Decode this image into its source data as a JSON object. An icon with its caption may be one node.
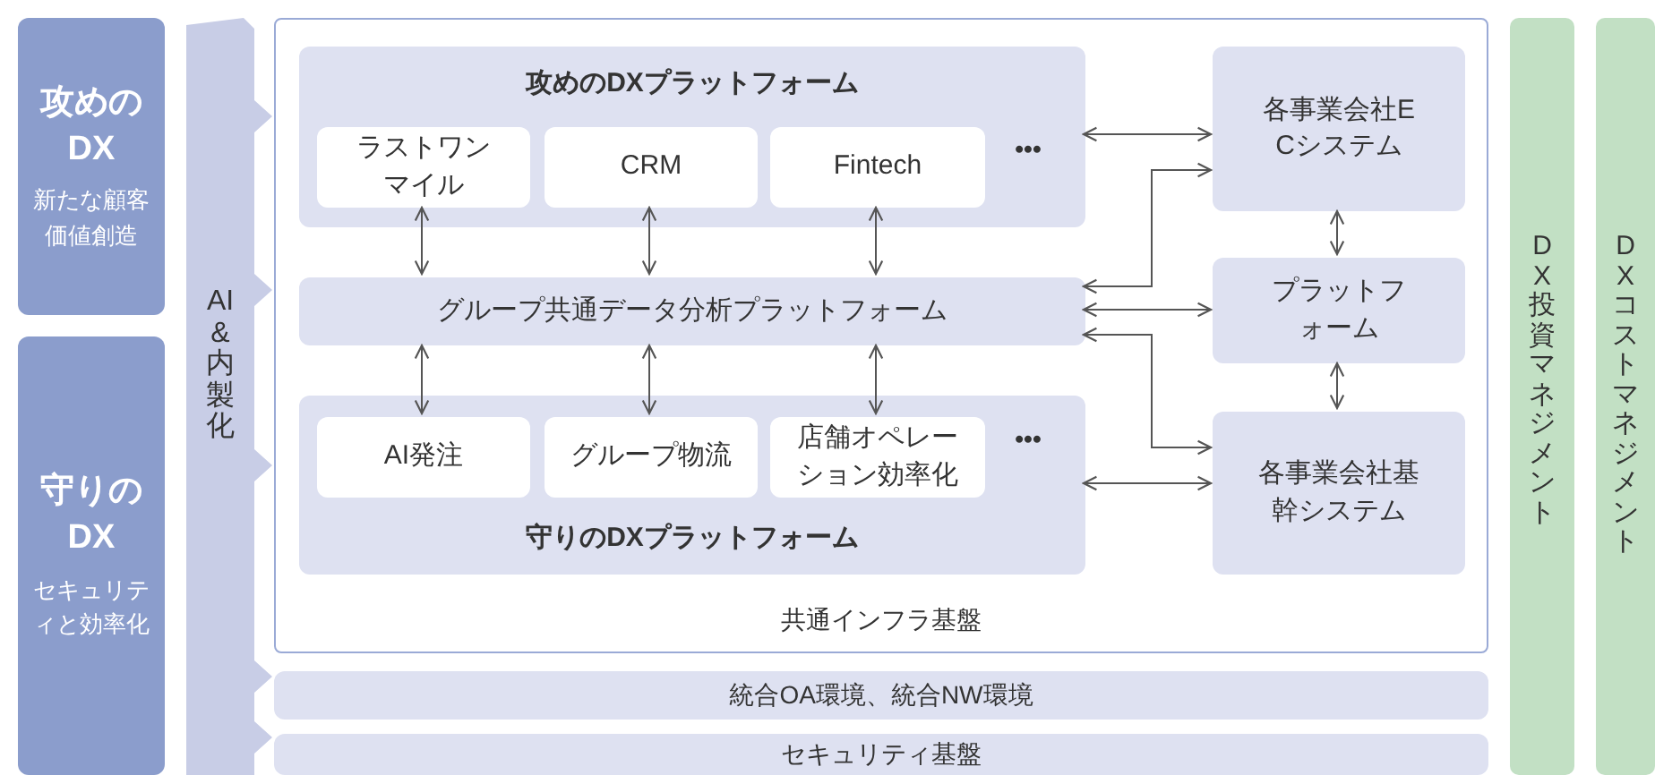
{
  "diagram": {
    "nodes": [
      {
        "text": [
          "攻めのDX",
          "新たな顧客価値創造"
        ]
      },
      {
        "text": [
          "守りのDX",
          "セキュリティと効率化"
        ]
      },
      {
        "text": [
          "AI&内製化"
        ]
      },
      {
        "text": [
          "共通インフラ基盤"
        ]
      },
      {
        "text": [
          "攻めのDXプラットフォーム"
        ],
        "in": 3
      },
      {
        "text": [
          "ラストワンマイル"
        ],
        "in": 4
      },
      {
        "text": [
          "CRM"
        ],
        "in": 4
      },
      {
        "text": [
          "Fintech"
        ],
        "in": 4
      },
      {
        "text": [
          "グループ共通データ分析プラットフォーム"
        ],
        "in": 3
      },
      {
        "text": [
          "守りのDXプラットフォーム"
        ],
        "in": 3
      },
      {
        "text": [
          "AI発注"
        ],
        "in": 9
      },
      {
        "text": [
          "グループ物流"
        ],
        "in": 9
      },
      {
        "text": [
          "店舗オペレーション効率化"
        ],
        "in": 9
      },
      {
        "text": [
          "各事業会社ECシステム"
        ],
        "in": 3
      },
      {
        "text": [
          "プラットフォーム"
        ],
        "in": 3
      },
      {
        "text": [
          "各事業会社基幹システム"
        ],
        "in": 3
      },
      {
        "text": [
          "統合OA環境、統合NW環境"
        ]
      },
      {
        "text": [
          "セキュリティ基盤"
        ]
      },
      {
        "text": [
          "DX投資マネジメント"
        ]
      },
      {
        "text": [
          "DXコストマネジメント"
        ]
      }
    ],
    "edges": [
      {
        "from": 5,
        "to": 8,
        "arrow": "both"
      },
      {
        "from": 6,
        "to": 8,
        "arrow": "both"
      },
      {
        "from": 7,
        "to": 8,
        "arrow": "both"
      },
      {
        "from": 8,
        "to": 10,
        "arrow": "both"
      },
      {
        "from": 8,
        "to": 11,
        "arrow": "both"
      },
      {
        "from": 8,
        "to": 12,
        "arrow": "both"
      },
      {
        "from": 4,
        "to": 13,
        "arrow": "both"
      },
      {
        "from": 8,
        "to": 13,
        "arrow": "both"
      },
      {
        "from": 8,
        "to": 14,
        "arrow": "both"
      },
      {
        "from": 8,
        "to": 15,
        "arrow": "both"
      },
      {
        "from": 9,
        "to": 15,
        "arrow": "both"
      },
      {
        "from": 13,
        "to": 14,
        "arrow": "both"
      },
      {
        "from": 14,
        "to": 15,
        "arrow": "both"
      }
    ],
    "labels": [
      "•••",
      "•••"
    ]
  }
}
